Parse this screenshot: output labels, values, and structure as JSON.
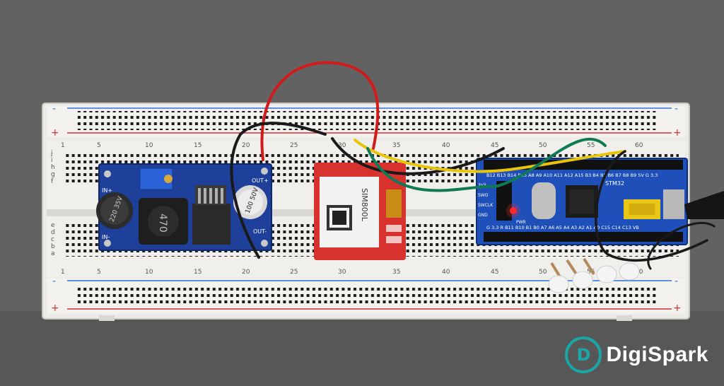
{
  "photo": {
    "background_color": "#5f5f5f",
    "breadboard": {
      "top_rail_column_numbers": [
        "1",
        "5",
        "10",
        "15",
        "20",
        "25",
        "30",
        "35",
        "40",
        "45",
        "50",
        "55",
        "60"
      ],
      "bottom_rail_column_numbers": [
        "1",
        "5",
        "10",
        "15",
        "20",
        "25",
        "30",
        "35",
        "40",
        "45",
        "50",
        "55",
        "60"
      ],
      "row_letters_top": [
        "j",
        "i",
        "h",
        "g",
        "f"
      ],
      "row_letters_bottom": [
        "e",
        "d",
        "c",
        "b",
        "a"
      ],
      "rail_plus": "+",
      "rail_minus": "-"
    },
    "buck_converter": {
      "label_in_plus": "IN+",
      "label_in_minus": "IN-",
      "label_out_plus": "OUT+",
      "label_out_minus": "OUT-",
      "cap_left_text": "220 35V",
      "inductor_text": "470",
      "cap_right_text": "100 50V"
    },
    "gsm_module": {
      "title": "SIM800L"
    },
    "stm32_board": {
      "title": "STM32",
      "top_pins": "B12 B13 B14 B15 A8 A9 A10 A11 A12 A15 B3 B4 B5 B6 B7 B8 B9 5V G 3.3",
      "bottom_pins": "G 3.3 R B11 B10 B1 B0 A7 A6 A5 A4 A3 A2 A1 A0 C15 C14 C13 VB",
      "side_labels": [
        "3V3",
        "SWO",
        "SWCLK",
        "GND"
      ],
      "pwr_label": "PWR"
    },
    "wire_colors": {
      "red": "#d11a1a",
      "black": "#1a1a1a",
      "yellow": "#e8c40c",
      "green": "#0f7a55"
    }
  },
  "watermark": {
    "brand": "DigiSpark",
    "mark_color": "#1aa6a6"
  }
}
